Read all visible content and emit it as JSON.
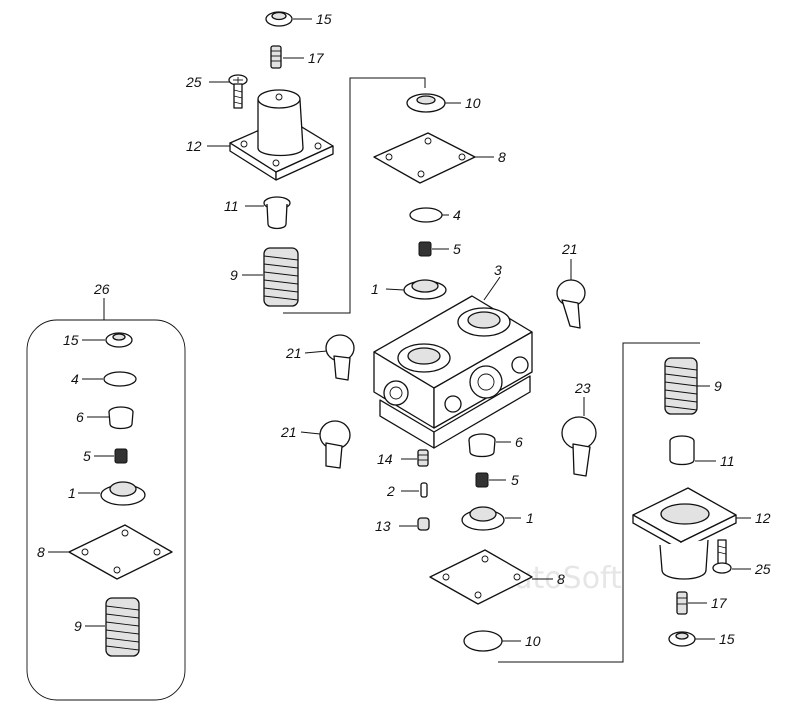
{
  "watermark": "AutoSoft",
  "callouts": {
    "c15_top": "15",
    "c17_top": "17",
    "c25_top": "25",
    "c12_top": "12",
    "c10_top": "10",
    "c8_top": "8",
    "c11_top": "11",
    "c4_top": "4",
    "c5_top": "5",
    "c9_top": "9",
    "c21_tr": "21",
    "c3": "3",
    "c1_top": "1",
    "c21_l": "21",
    "c21_bl": "21",
    "c23": "23",
    "c6_mid": "6",
    "c14": "14",
    "c5_mid": "5",
    "c2": "2",
    "c1_mid": "1",
    "c13": "13",
    "c8_bot": "8",
    "c10_bot": "10",
    "c9_r": "9",
    "c11_r": "11",
    "c12_r": "12",
    "c25_r": "25",
    "c17_r": "17",
    "c15_r": "15",
    "c26": "26",
    "c15_kit": "15",
    "c4_kit": "4",
    "c6_kit": "6",
    "c5_kit": "5",
    "c1_kit": "1",
    "c8_kit": "8",
    "c9_kit": "9"
  }
}
